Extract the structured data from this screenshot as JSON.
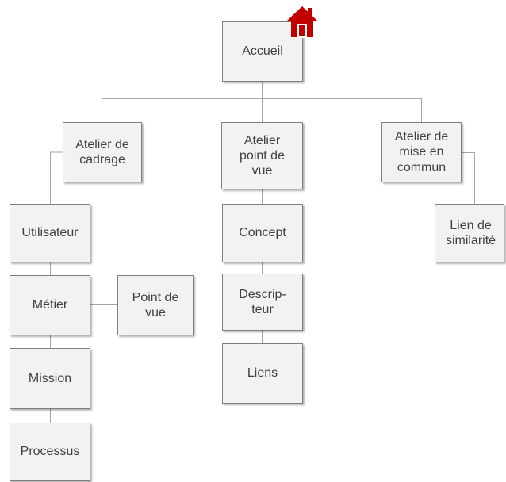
{
  "diagram": {
    "root": {
      "label": "Accueil",
      "icon": "home-icon",
      "icon_color": "#c00000"
    },
    "workshops": [
      {
        "label": "Atelier de\ncadrage"
      },
      {
        "label": "Atelier\npoint de\nvue"
      },
      {
        "label": "Atelier de\nmise en\ncommun"
      }
    ],
    "cadrage_children": [
      {
        "label": "Utilisateur"
      },
      {
        "label": "Métier"
      },
      {
        "label": "Mission"
      },
      {
        "label": "Processus"
      }
    ],
    "metier_child": {
      "label": "Point de\nvue"
    },
    "point_de_vue_children": [
      {
        "label": "Concept"
      },
      {
        "label": "Descrip-\nteur"
      },
      {
        "label": "Liens"
      }
    ],
    "mise_en_commun_child": {
      "label": "Lien de\nsimilarité"
    }
  },
  "colors": {
    "node_fill": "#f2f2f2",
    "node_border": "#7f7f7f",
    "text": "#404040",
    "connector": "#a6a6a6"
  }
}
